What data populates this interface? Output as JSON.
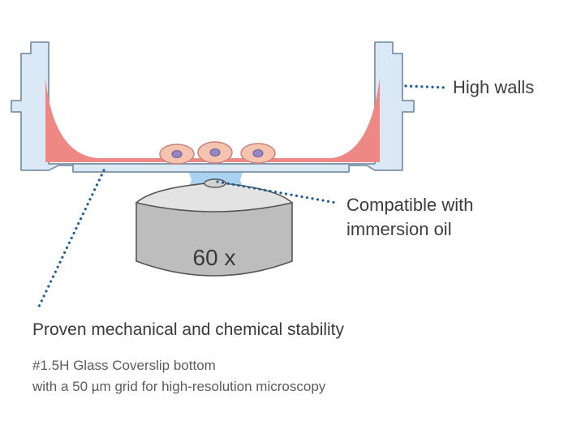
{
  "labels": {
    "high_walls": "High walls",
    "immersion_line1": "Compatible with",
    "immersion_line2": "immersion oil",
    "stability_title": "Proven mechanical and chemical stability",
    "coverslip_line1": "#1.5H Glass Coverslip bottom",
    "coverslip_line2": "with a 50 µm grid for high-resolution microscopy",
    "objective_magnification": "60 x"
  },
  "colors": {
    "dish_fill": "#dbe8f6",
    "dish_stroke": "#7d93a8",
    "medium": "#ee8884",
    "cell_body": "#f6c4ae",
    "cell_stroke": "#c9837d",
    "nucleus": "#9687c2",
    "oil": "#a8d2ef",
    "objective_side": "#bdbdbd",
    "objective_top": "#e3e3e3",
    "leader_dots": "#1f5f96"
  }
}
